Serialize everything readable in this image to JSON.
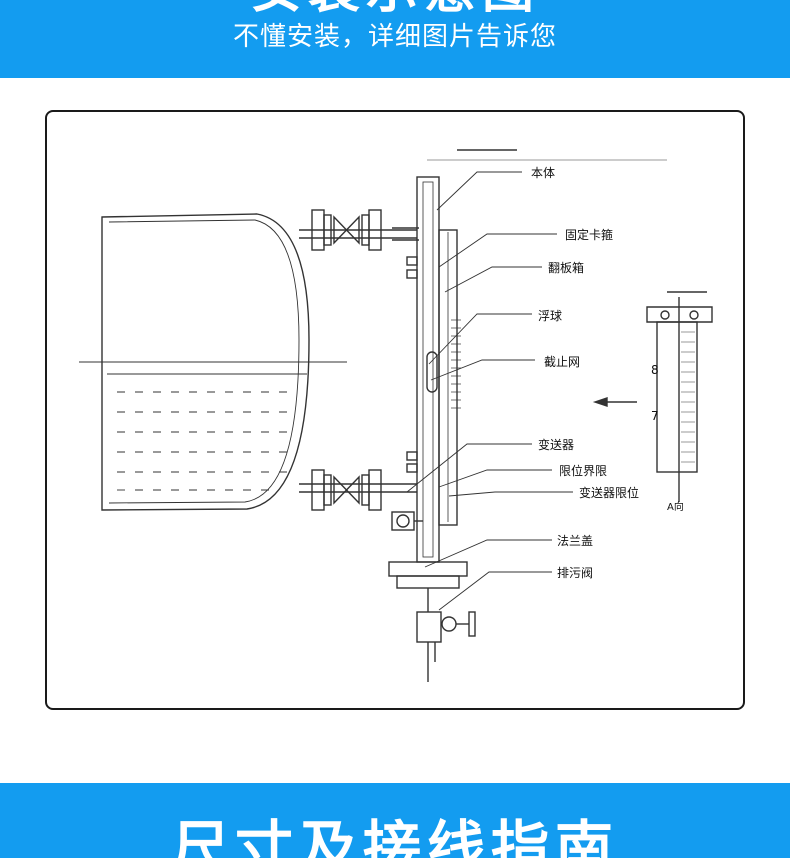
{
  "header": {
    "title": "安装示意图",
    "subtitle": "不懂安装，详细图片告诉您"
  },
  "diagram": {
    "labels": {
      "body": "本体",
      "fixed_clamp": "固定卡箍",
      "flip_box": "翻板箱",
      "float_ball": "浮球",
      "stop_net": "截止网",
      "transmitter": "变送器",
      "limit_interface": "限位界限",
      "transmitter_limit": "变送器限位",
      "flange_cover": "法兰盖",
      "drain_valve": "排污阀"
    },
    "scale_marks": [
      "8",
      "7"
    ],
    "view_label": "A向"
  },
  "footer": {
    "title": "尺寸及接线指南"
  },
  "colors": {
    "banner": "#139cf0",
    "text": "#ffffff",
    "line": "#333333"
  }
}
